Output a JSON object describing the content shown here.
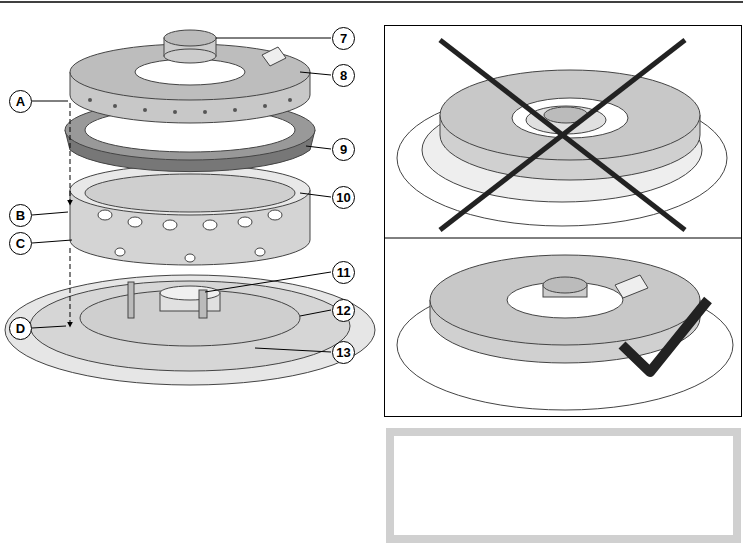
{
  "diagram": {
    "labels": [
      "7",
      "8",
      "A",
      "9",
      "10",
      "B",
      "C",
      "11",
      "12",
      "D",
      "13"
    ]
  }
}
